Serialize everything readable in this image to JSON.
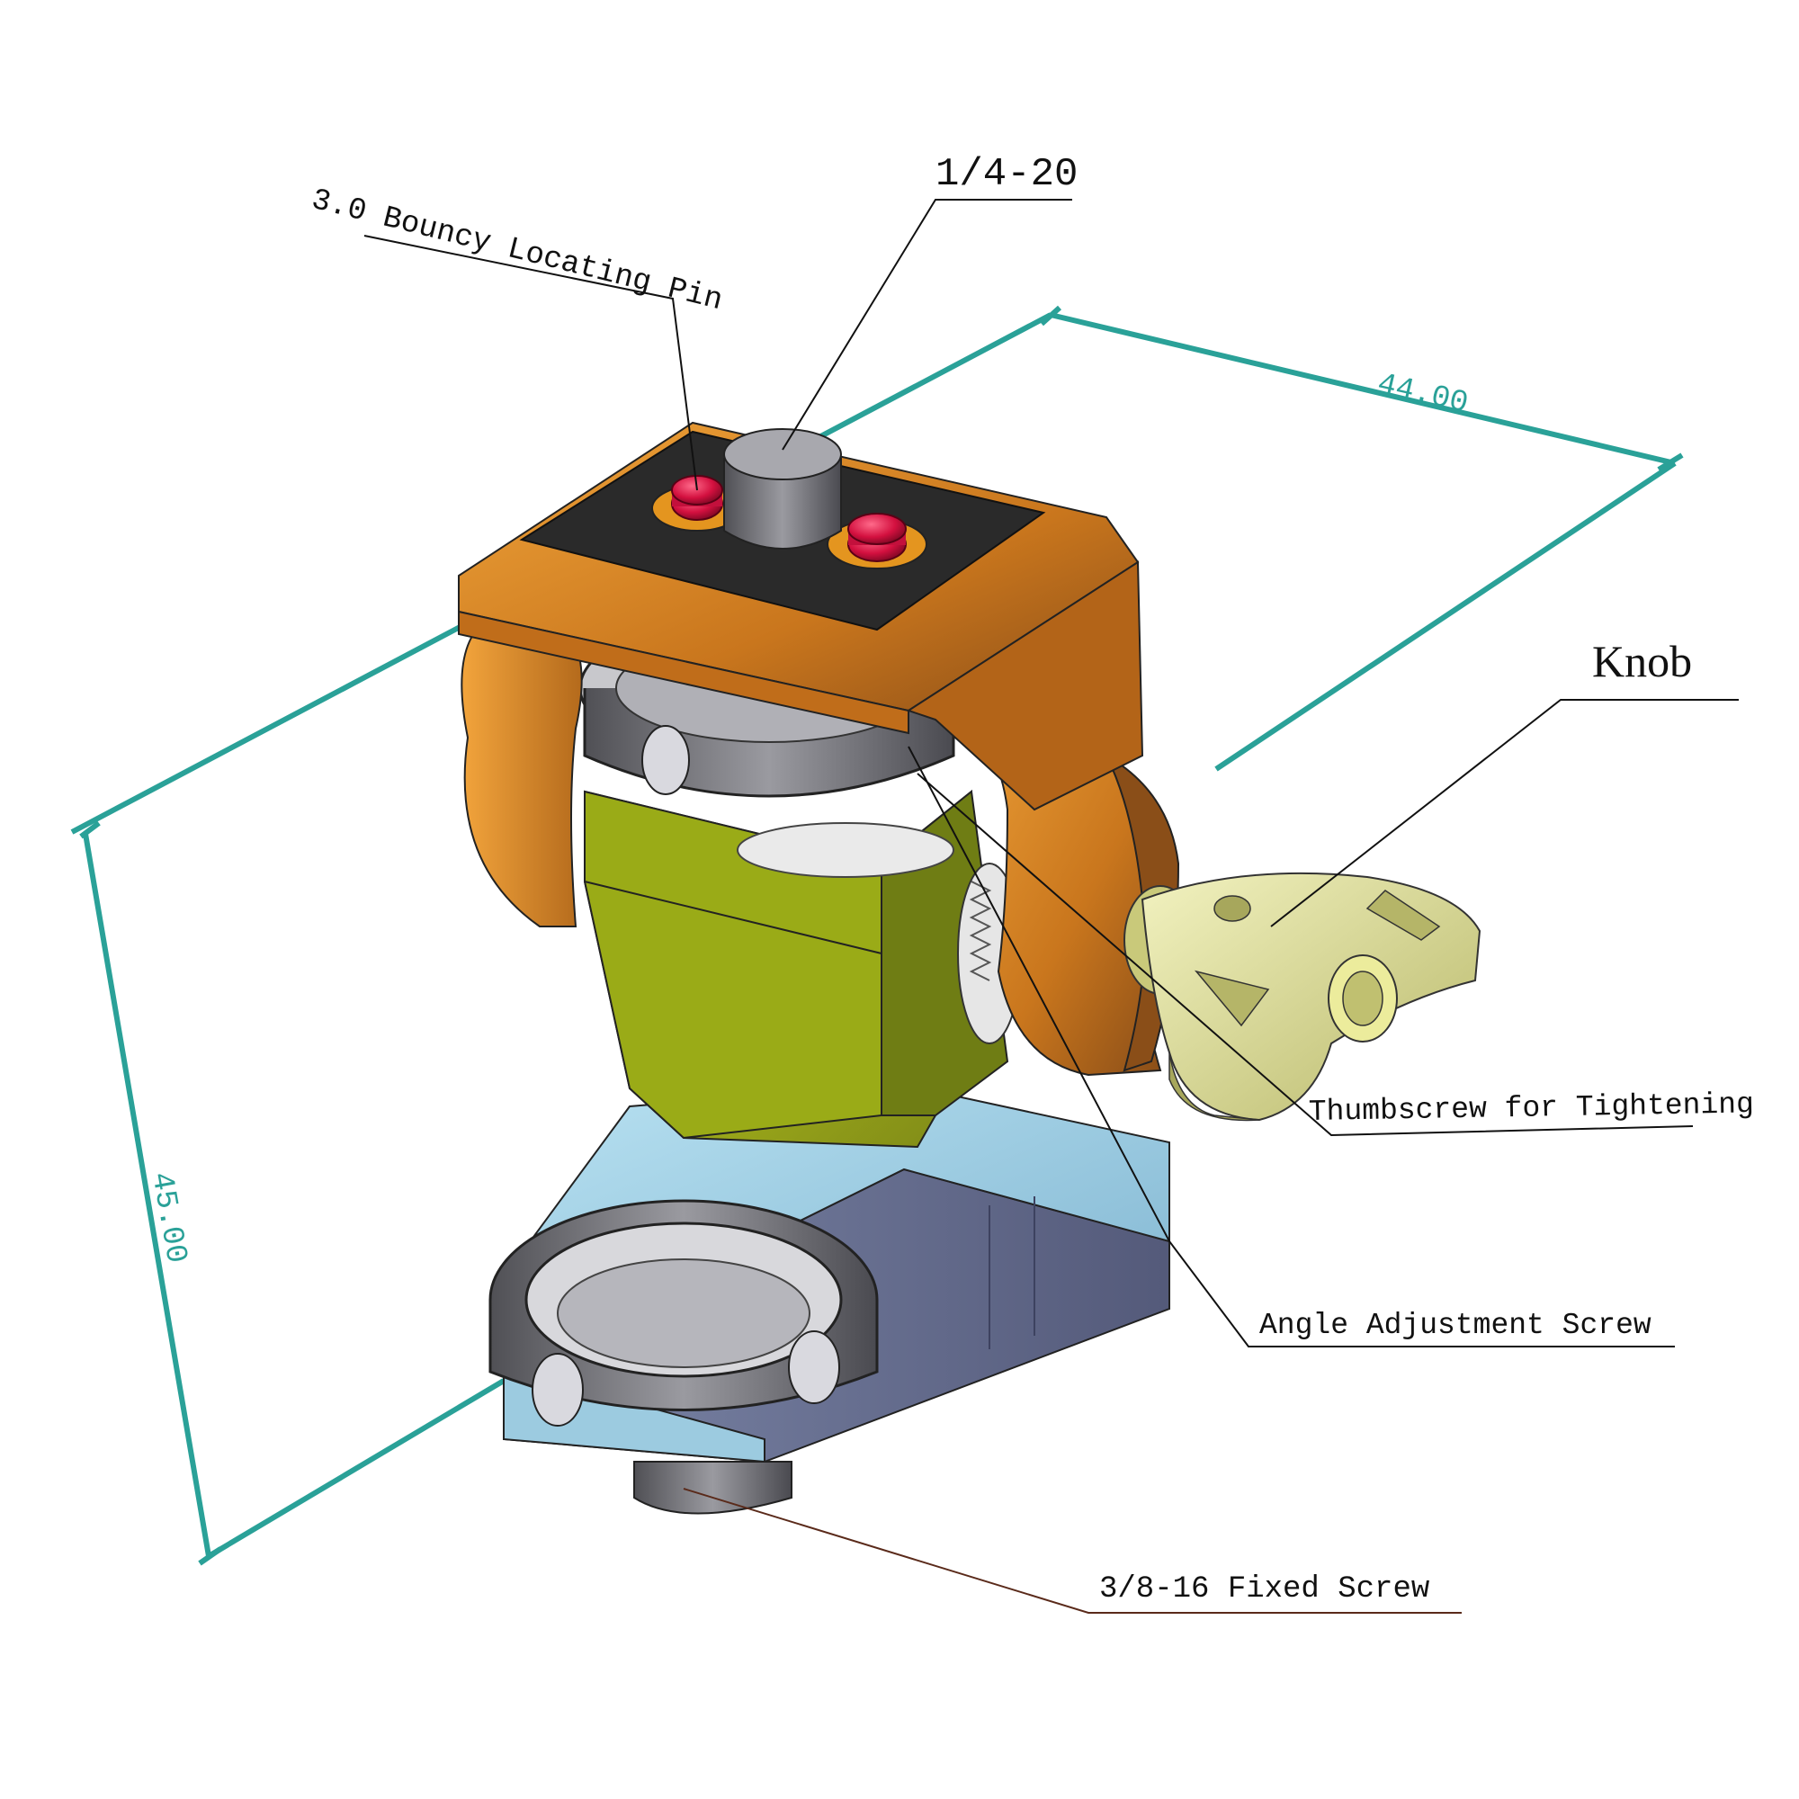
{
  "labels": {
    "locating_pin": "3.0 Bouncy Locating Pin",
    "thread_top": "1/4-20",
    "knob": "Knob",
    "thumbscrew": "Thumbscrew for Tightening",
    "angle_screw": "Angle Adjustment Screw",
    "fixed_screw": "3/8-16 Fixed Screw"
  },
  "dimensions": {
    "width": "44.00",
    "height": "45.00"
  },
  "colors": {
    "dimension_line": "#2aa198",
    "clamp_orange": "#d9861f",
    "body_green": "#a8b814",
    "base_blue": "#8fc2dc",
    "base_side": "#5f6688",
    "knob_cream": "#d8d88a",
    "pin_red": "#d3103f",
    "metal_gray": "#6f6f72",
    "pad_black": "#2a2a2a"
  }
}
